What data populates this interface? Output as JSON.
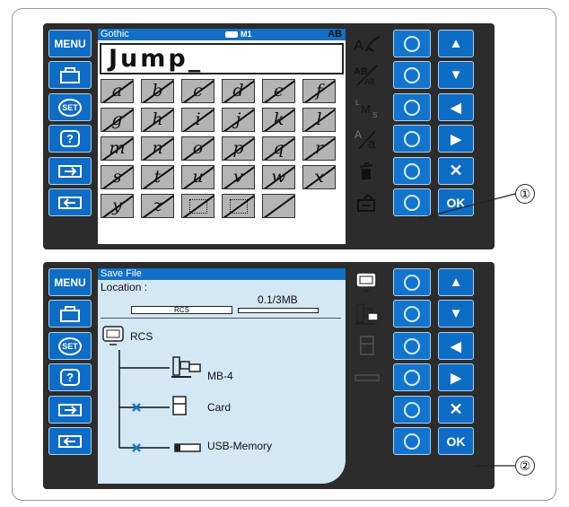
{
  "panel1": {
    "left_buttons": [
      {
        "label": "MENU",
        "icon": "menu"
      },
      {
        "label": "",
        "icon": "folder-icon"
      },
      {
        "label": "SET",
        "icon": "set"
      },
      {
        "label": "?",
        "icon": "help"
      },
      {
        "label": "",
        "icon": "card-out-icon"
      },
      {
        "label": "",
        "icon": "card-in-icon"
      }
    ],
    "header": {
      "font": "Gothic",
      "memory": "M1",
      "mode": "AB"
    },
    "text_value": "Jump_",
    "keys": [
      "a",
      "b",
      "c",
      "d",
      "e",
      "f",
      "g",
      "h",
      "i",
      "j",
      "k",
      "l",
      "m",
      "n",
      "o",
      "p",
      "q",
      "r",
      "s",
      "t",
      "u",
      "v",
      "w",
      "x",
      "y",
      "z",
      "",
      "",
      ""
    ],
    "function_icons": [
      "font-style-icon",
      "letter-size-icon",
      "letter-case-size-icon",
      "uppercase-lowercase-icon",
      "delete-icon",
      "save-icon"
    ],
    "function_texts": {
      "ab": "AB",
      "ab_small": "AB",
      "l": "L",
      "m": "M",
      "s": "S",
      "upper_a": "A",
      "lower_a": "a"
    },
    "arrow_buttons": [
      "▲",
      "▼",
      "◀",
      "▶",
      "✕",
      "OK"
    ]
  },
  "panel2": {
    "left_buttons": [
      {
        "label": "MENU",
        "icon": "menu"
      },
      {
        "label": "",
        "icon": "folder-icon"
      },
      {
        "label": "SET",
        "icon": "set"
      },
      {
        "label": "?",
        "icon": "help"
      },
      {
        "label": "",
        "icon": "card-out-icon"
      },
      {
        "label": "",
        "icon": "card-in-icon"
      }
    ],
    "header_title": "Save File",
    "location_label": "Location :",
    "location_value": "RCS",
    "capacity": "0.1/3MB",
    "root_label": "RCS",
    "tree": [
      {
        "label": "MB-4",
        "icon": "embroidery-machine-icon"
      },
      {
        "label": "Card",
        "icon": "memory-card-icon"
      },
      {
        "label": "USB-Memory",
        "icon": "usb-memory-icon"
      }
    ],
    "side_icons": [
      "monitor-icon",
      "machine-icon",
      "card-icon",
      "usb-icon"
    ],
    "arrow_buttons": [
      "▲",
      "▼",
      "◀",
      "▶",
      "✕",
      "OK"
    ]
  },
  "callouts": [
    "①",
    "②"
  ],
  "colors": {
    "blue": "#0f6cc4",
    "panel": "#2c2c2c",
    "screen2": "#d3e7f4",
    "key": "#b4b4b4"
  }
}
